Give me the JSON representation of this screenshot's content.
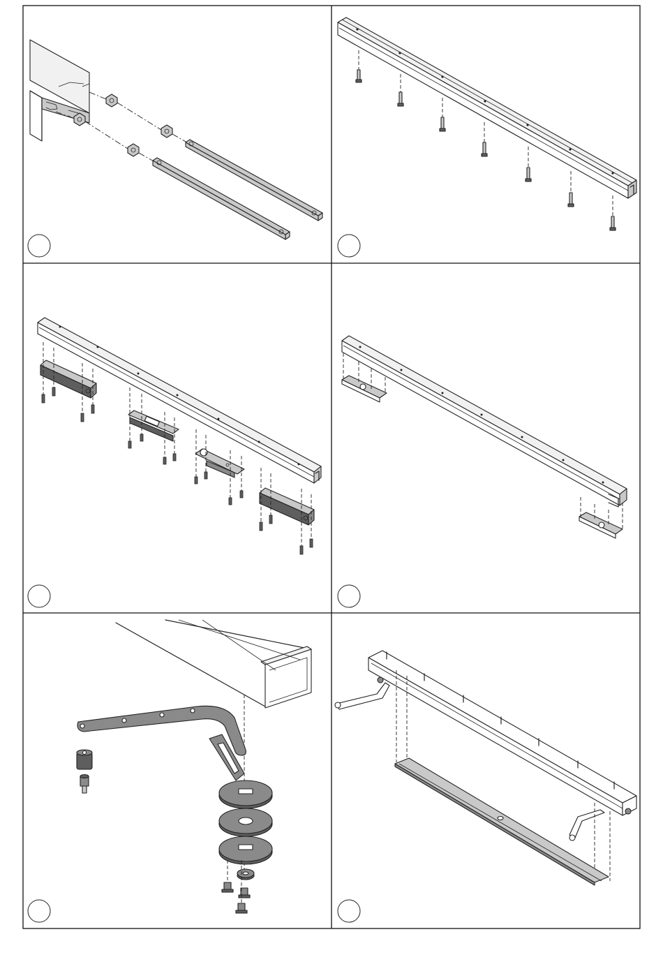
{
  "panels": [
    {
      "step": "",
      "illustration": "end-profile-nuts-and-flat-bars"
    },
    {
      "step": "",
      "illustration": "rail-with-mounting-screws"
    },
    {
      "step": "",
      "illustration": "rail-with-mounted-modules-and-screws"
    },
    {
      "step": "",
      "illustration": "rail-with-end-brackets"
    },
    {
      "step": "",
      "illustration": "arm-and-washer-assembly"
    },
    {
      "step": "",
      "illustration": "rail-with-arms-and-bottom-profile"
    }
  ],
  "colors": {
    "line": "#222222",
    "fill_light": "#f1f1f1",
    "fill_mid": "#c9c9c9",
    "fill_dark": "#8a8a8a",
    "fill_darker": "#5e5e5e"
  }
}
